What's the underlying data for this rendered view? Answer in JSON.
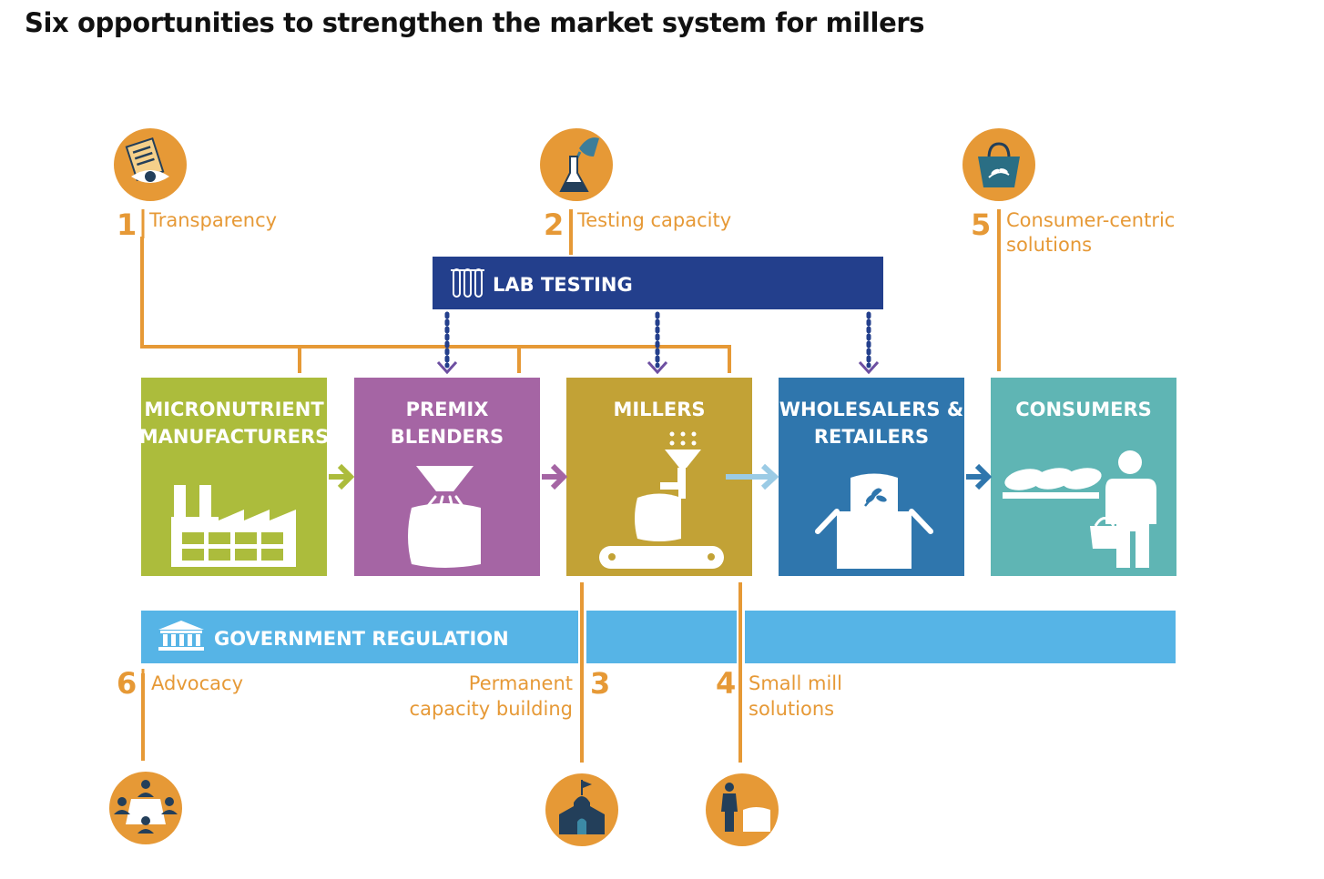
{
  "title": "Six opportunities to strengthen the market system for millers",
  "colors": {
    "orange": "#e69936",
    "lab_blue": "#233f8c",
    "gov_blue": "#56b4e6",
    "micronutrient": "#acbc3c",
    "premix": "#a565a4",
    "millers": "#c2a236",
    "wholesalers": "#2f76ad",
    "consumers": "#5fb5b4"
  },
  "lab_testing": {
    "label": "LAB TESTING",
    "icon": "test-tubes-icon"
  },
  "government": {
    "label": "GOVERNMENT REGULATION",
    "icon": "government-building-icon"
  },
  "actors": [
    {
      "line1": "MICRONUTRIENT",
      "line2": "MANUFACTURERS",
      "icon": "factory-icon"
    },
    {
      "line1": "PREMIX",
      "line2": "BLENDERS",
      "icon": "premix-bag-icon"
    },
    {
      "line1": "MILLERS",
      "line2": "",
      "icon": "milling-machine-icon"
    },
    {
      "line1": "WHOLESALERS &",
      "line2": "RETAILERS",
      "icon": "grain-sack-box-icon"
    },
    {
      "line1": "CONSUMERS",
      "line2": "",
      "icon": "consumer-bread-icon"
    }
  ],
  "opportunities": [
    {
      "number": "1",
      "line1": "Transparency",
      "line2": "",
      "icon": "document-eye-icon"
    },
    {
      "number": "2",
      "line1": "Testing capacity",
      "line2": "",
      "icon": "flask-pour-icon"
    },
    {
      "number": "3",
      "line1": "Permanent",
      "line2": "capacity building",
      "icon": "school-building-icon"
    },
    {
      "number": "4",
      "line1": "Small mill",
      "line2": "solutions",
      "icon": "person-sack-icon"
    },
    {
      "number": "5",
      "line1": "Consumer-centric",
      "line2": "solutions",
      "icon": "shopping-bag-icon"
    },
    {
      "number": "6",
      "line1": "Advocacy",
      "line2": "",
      "icon": "meeting-table-icon"
    }
  ]
}
